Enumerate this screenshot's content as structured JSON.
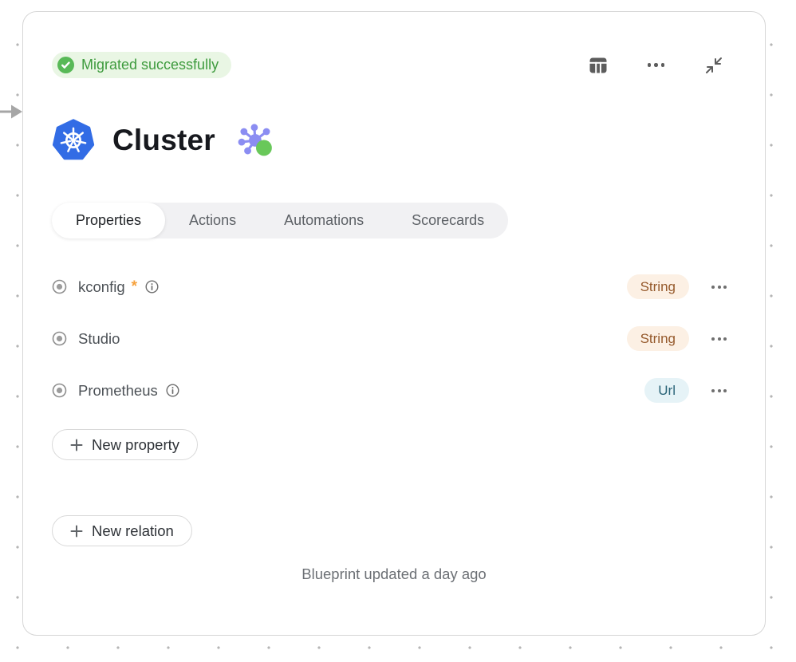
{
  "status": {
    "label": "Migrated successfully",
    "icon": "check-circle-icon"
  },
  "toolbar": {
    "icons": [
      "table-columns-icon",
      "more-options-icon",
      "collapse-icon"
    ]
  },
  "blueprint": {
    "title": "Cluster",
    "logo": "kubernetes-icon",
    "badge_icon": "graph-nodes-icon"
  },
  "tabs": [
    {
      "label": "Properties",
      "active": true
    },
    {
      "label": "Actions",
      "active": false
    },
    {
      "label": "Automations",
      "active": false
    },
    {
      "label": "Scorecards",
      "active": false
    }
  ],
  "properties": [
    {
      "name": "kconfig",
      "required_marker": "*",
      "has_info": true,
      "type": "String"
    },
    {
      "name": "Studio",
      "required_marker": "",
      "has_info": false,
      "type": "String"
    },
    {
      "name": "Prometheus",
      "required_marker": "",
      "has_info": true,
      "type": "Url"
    }
  ],
  "actions": {
    "new_property": "New property",
    "new_relation": "New relation"
  },
  "footer": {
    "text": "Blueprint updated a day ago"
  },
  "colors": {
    "success_bg": "#e9f6e4",
    "success_text": "#3e9b3e",
    "success_icon": "#58b957",
    "string_badge_bg": "#fcf0e4",
    "string_badge_text": "#95592b",
    "url_badge_bg": "#e6f3f7",
    "url_badge_text": "#2a6478",
    "required_marker": "#f6a13c",
    "kubernetes_blue": "#326ce5",
    "graph_purple": "#8b8df2",
    "graph_green": "#69c85a",
    "card_border": "#d6d6d6",
    "dot_grid": "#b5b5b5"
  }
}
